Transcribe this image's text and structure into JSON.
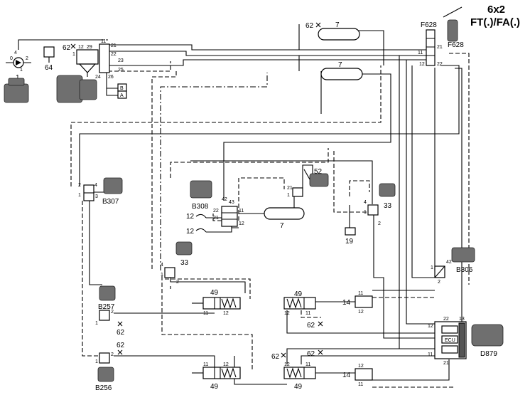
{
  "title": {
    "line1": "6x2",
    "line2": "FT(.)/FA(.)"
  },
  "components": {
    "compressor": "1",
    "gauge": "64",
    "dryer": "4",
    "tank_top": "7",
    "tank_upper": "7",
    "tank_mid": "7",
    "module_f628_top": "F628",
    "module_f628_bottom": "F628",
    "b307": "B307",
    "b308": "B308",
    "b306": "B306",
    "b257": "B257",
    "b256": "B256",
    "d879": "D879",
    "valve_52": "52",
    "valve_33_right": "33",
    "valve_33_left": "33",
    "sensor_19": "19",
    "cyl_49_a": "49",
    "cyl_49_b": "49",
    "cyl_49_c": "49",
    "cyl_49_d": "49",
    "cyl_14_a": "14",
    "cyl_14_b": "14",
    "test_62_top_left": "62",
    "test_62_top": "62",
    "test_62_b257": "62",
    "test_62_b256": "62",
    "test_62_mid": "62",
    "test_62_lower_a": "62",
    "test_62_lower_b": "62",
    "plug_12_a": "12",
    "plug_12_b": "12",
    "ecu_label": "ECU",
    "box_b": "B",
    "box_a": "A"
  },
  "ports": {
    "p0": "0",
    "p1": "1",
    "p2": "2",
    "p3": "3",
    "p4": "4",
    "p11": "11",
    "p12": "12",
    "p13": "13",
    "p21": "21",
    "p22": "22",
    "p23": "23",
    "p24": "24",
    "p25": "25",
    "p26": "26",
    "p29": "29",
    "p42": "42",
    "p43": "43"
  }
}
